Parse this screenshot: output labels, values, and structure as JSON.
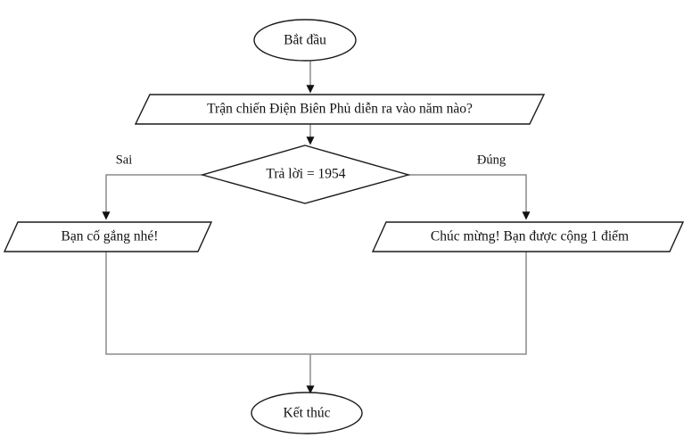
{
  "diagram": {
    "type": "flowchart",
    "language": "vi",
    "background_color": "#ffffff",
    "shape_stroke_color": "#1a1a1a",
    "connector_color": "#8c8c8c",
    "text_color": "#111111",
    "nodes": {
      "start": {
        "label": "Bắt đầu",
        "shape": "ellipse"
      },
      "question": {
        "label": "Trận chiến Điện Biên Phủ diễn ra vào năm nào?",
        "shape": "parallelogram"
      },
      "decision": {
        "label": "Trả lời = 1954",
        "shape": "diamond"
      },
      "wrong_result": {
        "label": "Bạn cố gắng nhé!",
        "shape": "parallelogram"
      },
      "correct_result": {
        "label": "Chúc mừng! Bạn được cộng 1 điểm",
        "shape": "parallelogram"
      },
      "end": {
        "label": "Kết thúc",
        "shape": "ellipse"
      }
    },
    "edge_labels": {
      "false_branch": "Sai",
      "true_branch": "Đúng"
    }
  }
}
